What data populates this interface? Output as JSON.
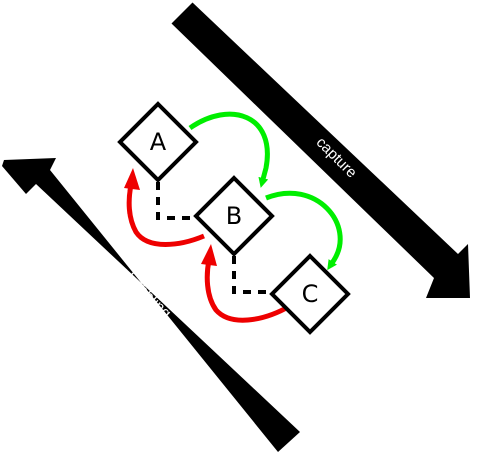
{
  "nodes": {
    "a": {
      "label": "A"
    },
    "b": {
      "label": "B"
    },
    "c": {
      "label": "C"
    }
  },
  "arrows": {
    "capture": {
      "label": "capture"
    },
    "bubbling": {
      "label": "bubbling"
    }
  },
  "colors": {
    "capture_flow": "#00ee00",
    "bubble_flow": "#ee0000",
    "hierarchy": "#000000",
    "arrow": "#000000",
    "arrow_text": "#ffffff"
  }
}
